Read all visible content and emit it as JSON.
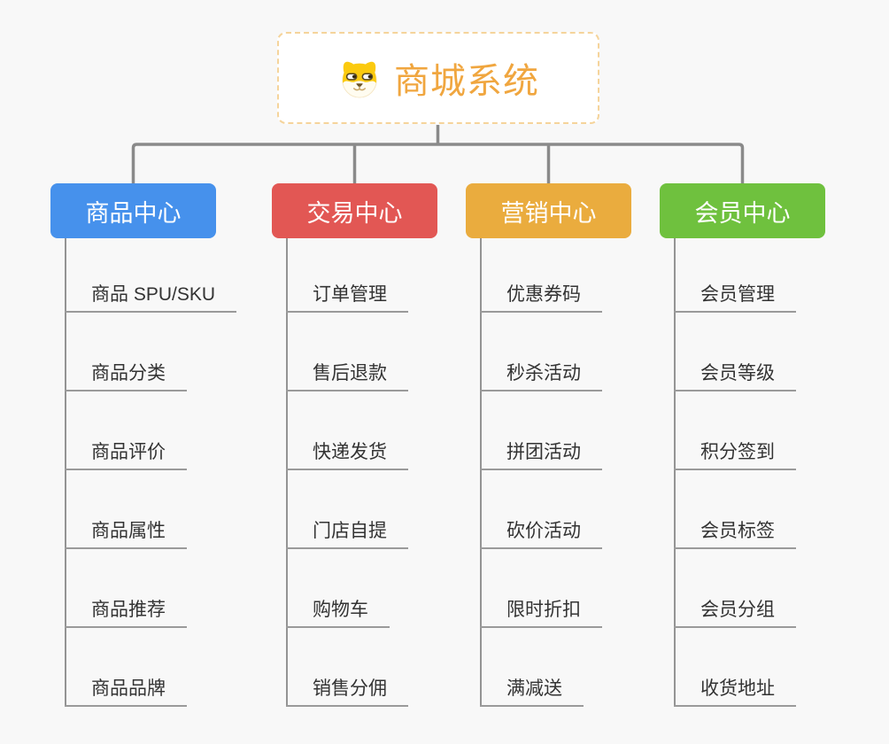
{
  "app": {
    "background_color": "#f8f8f8",
    "connector_color": "#8a8a8a",
    "child_line_color": "#9a9a9a"
  },
  "root": {
    "label": "商城系统",
    "icon": "dog-face-logo",
    "text_color": "#f0a63f",
    "border_color": "#f5d49b"
  },
  "branches": [
    {
      "id": "product-center",
      "label": "商品中心",
      "color": "#4691ec",
      "children": [
        "商品 SPU/SKU",
        "商品分类",
        "商品评价",
        "商品属性",
        "商品推荐",
        "商品品牌"
      ]
    },
    {
      "id": "trade-center",
      "label": "交易中心",
      "color": "#e25754",
      "children": [
        "订单管理",
        "售后退款",
        "快递发货",
        "门店自提",
        "购物车",
        "销售分佣"
      ]
    },
    {
      "id": "marketing-center",
      "label": "营销中心",
      "color": "#eaac3e",
      "children": [
        "优惠券码",
        "秒杀活动",
        "拼团活动",
        "砍价活动",
        "限时折扣",
        "满减送"
      ]
    },
    {
      "id": "member-center",
      "label": "会员中心",
      "color": "#6fc13e",
      "children": [
        "会员管理",
        "会员等级",
        "积分签到",
        "会员标签",
        "会员分组",
        "收货地址"
      ]
    }
  ]
}
